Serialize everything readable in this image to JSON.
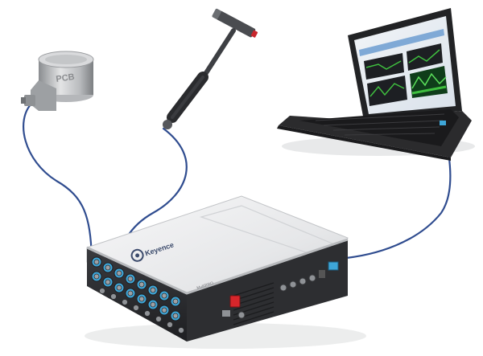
{
  "accelerometer": {
    "brand_text": "PCB"
  },
  "daq_unit": {
    "brand_text": "Keyence",
    "model_text": "MultiPRO"
  },
  "colors": {
    "background": "#ffffff",
    "cable": "#2f4c8f",
    "connector_blue": "#3ea6d8",
    "chassis_dark": "#2a2b2e",
    "chassis_top": "#e9eaec",
    "power_switch": "#d6262b",
    "laptop_body": "#2b2b2d",
    "screen_green": "#3fbf3f"
  }
}
